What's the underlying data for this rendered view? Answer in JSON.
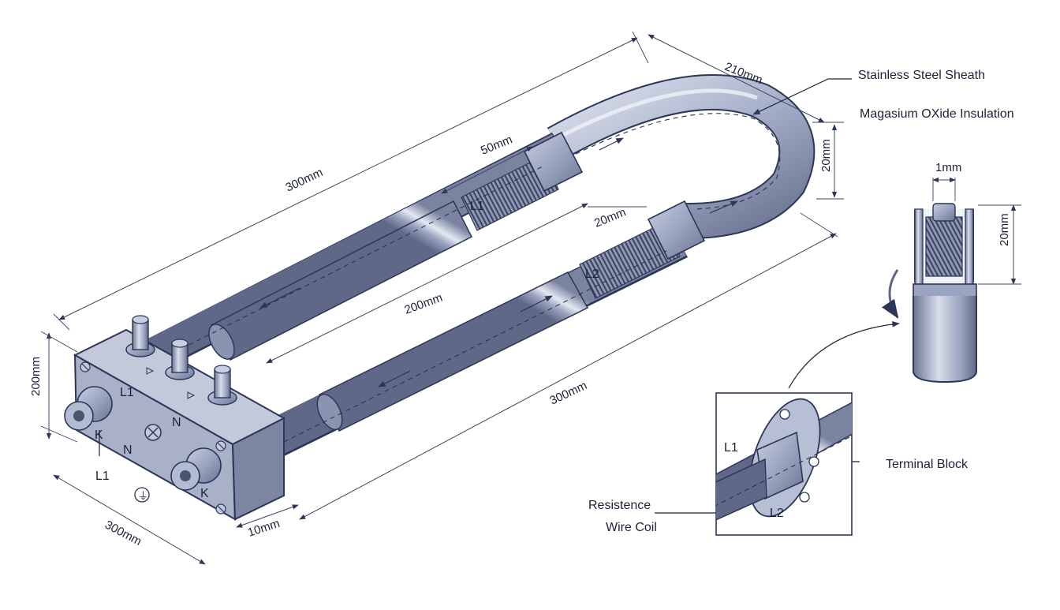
{
  "callouts": {
    "sheath": "Stainless Steel Sheath",
    "insulation": "Magasium OXide Insulation",
    "terminal_block": "Terminal Block",
    "resistance_line1": "Resistence",
    "resistance_line2": "Wire Coil"
  },
  "dimensions": {
    "top_length": "300mm",
    "bend_width": "210mm",
    "bend_height": "20mm",
    "coil_top": "50mm",
    "coil_bottom": "20mm",
    "inner_length": "200mm",
    "bottom_length": "300mm",
    "block_height": "200mm",
    "block_length": "300mm",
    "block_depth": "10mm",
    "detail_width": "1mm",
    "detail_height": "20mm"
  },
  "markings": {
    "coil_upper": "L1",
    "coil_lower": "L2",
    "block_l1": "L1",
    "block_n": "N",
    "block_n2": "N",
    "block_k": "K",
    "block_k2": "K",
    "lead_l1": "L1",
    "ground": "⏚",
    "detail_l1": "L1",
    "detail_l2": "L2"
  },
  "colors": {
    "tube": "#a7b0c9",
    "tube_dark": "#6f7897",
    "line": "#2c3656",
    "text": "#1b2236"
  },
  "icons": [
    "screw-head-icon",
    "arrow-icon",
    "rotate-arrow-icon"
  ]
}
